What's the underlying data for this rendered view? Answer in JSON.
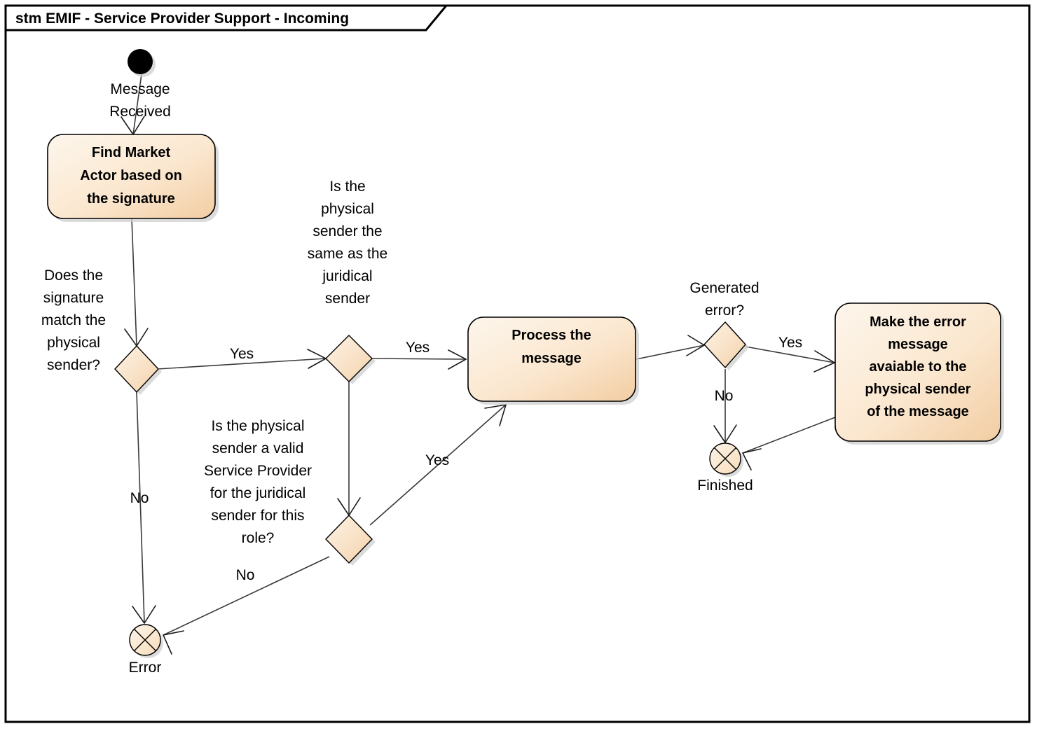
{
  "frame": {
    "title": "stm EMIF - Service Provider Support - Incoming",
    "border_color": "#000000"
  },
  "palette": {
    "box_fill_light": "#fdf4e8",
    "box_fill_dark": "#f2cda2",
    "diamond_fill_light": "#fdf1e2",
    "diamond_fill_dark": "#f4d3ae",
    "terminate_fill": "#fbeeda",
    "initial_fill": "#000000",
    "edge_color": "#3a3a3a",
    "text_color": "#000000",
    "shadow_color": "#cfcfcf"
  },
  "nodes": {
    "initial": {
      "kind": "initial-state",
      "label": ""
    },
    "find_market_actor": {
      "kind": "state",
      "lines": [
        "Find Market",
        "Actor based on",
        "the signature"
      ]
    },
    "decision_signature_match": {
      "kind": "decision",
      "question_lines": [
        "Does the",
        "signature",
        "match the",
        "physical",
        "sender?"
      ]
    },
    "decision_same_sender": {
      "kind": "decision",
      "question_lines": [
        "Is the",
        "physical",
        "sender the",
        "same as the",
        "juridical",
        "sender"
      ]
    },
    "decision_valid_service_provider": {
      "kind": "decision",
      "question_lines": [
        "Is the physical",
        "sender a valid",
        "Service Provider",
        "for the juridical",
        "sender for this",
        "role?"
      ]
    },
    "process_message": {
      "kind": "state",
      "lines": [
        "Process the",
        "message"
      ]
    },
    "decision_generated_error": {
      "kind": "decision",
      "question_lines": [
        "Generated",
        "error?"
      ]
    },
    "make_error_available": {
      "kind": "state",
      "lines": [
        "Make the error",
        "message",
        "avaiable to the",
        "physical sender",
        "of the message"
      ]
    },
    "terminate_error": {
      "kind": "terminate",
      "label": "Error"
    },
    "terminate_finished": {
      "kind": "terminate",
      "label": "Finished"
    }
  },
  "edges": [
    {
      "id": "start-to-find",
      "from": "initial",
      "to": "find_market_actor",
      "label_lines": [
        "Message",
        "Received"
      ]
    },
    {
      "id": "find-to-signature-decision",
      "from": "find_market_actor",
      "to": "decision_signature_match",
      "label_lines": []
    },
    {
      "id": "signature-yes",
      "from": "decision_signature_match",
      "to": "decision_same_sender",
      "label_lines": [
        "Yes"
      ]
    },
    {
      "id": "signature-no",
      "from": "decision_signature_match",
      "to": "terminate_error",
      "label_lines": [
        "No"
      ]
    },
    {
      "id": "same-sender-yes",
      "from": "decision_same_sender",
      "to": "process_message",
      "label_lines": [
        "Yes"
      ]
    },
    {
      "id": "same-sender-no",
      "from": "decision_same_sender",
      "to": "decision_valid_service_provider",
      "label_lines": []
    },
    {
      "id": "valid-sp-yes",
      "from": "decision_valid_service_provider",
      "to": "process_message",
      "label_lines": [
        "Yes"
      ]
    },
    {
      "id": "valid-sp-no",
      "from": "decision_valid_service_provider",
      "to": "terminate_error",
      "label_lines": [
        "No"
      ]
    },
    {
      "id": "process-to-generated-error",
      "from": "process_message",
      "to": "decision_generated_error",
      "label_lines": []
    },
    {
      "id": "generated-error-yes",
      "from": "decision_generated_error",
      "to": "make_error_available",
      "label_lines": [
        "Yes"
      ]
    },
    {
      "id": "generated-error-no",
      "from": "decision_generated_error",
      "to": "terminate_finished",
      "label_lines": [
        "No"
      ]
    },
    {
      "id": "error-available-to-finished",
      "from": "make_error_available",
      "to": "terminate_finished",
      "label_lines": []
    }
  ],
  "labels": {
    "message_received_l1": "Message",
    "message_received_l2": "Received",
    "q1_l1": "Does the",
    "q1_l2": "signature",
    "q1_l3": "match the",
    "q1_l4": "physical",
    "q1_l5": "sender?",
    "q2_l1": "Is the",
    "q2_l2": "physical",
    "q2_l3": "sender the",
    "q2_l4": "same as the",
    "q2_l5": "juridical",
    "q2_l6": "sender",
    "q3_l1": "Is the physical",
    "q3_l2": "sender a valid",
    "q3_l3": "Service Provider",
    "q3_l4": "for the juridical",
    "q3_l5": "sender for this",
    "q3_l6": "role?",
    "q4_l1": "Generated",
    "q4_l2": "error?",
    "box1_l1": "Find Market",
    "box1_l2": "Actor based on",
    "box1_l3": "the signature",
    "box2_l1": "Process the",
    "box2_l2": "message",
    "box3_l1": "Make the error",
    "box3_l2": "message",
    "box3_l3": "avaiable to the",
    "box3_l4": "physical sender",
    "box3_l5": "of the message",
    "yes_1": "Yes",
    "yes_2": "Yes",
    "yes_3": "Yes",
    "yes_4": "Yes",
    "no_1": "No",
    "no_2": "No",
    "no_3": "No",
    "terminate_error_label": "Error",
    "terminate_finished_label": "Finished"
  }
}
